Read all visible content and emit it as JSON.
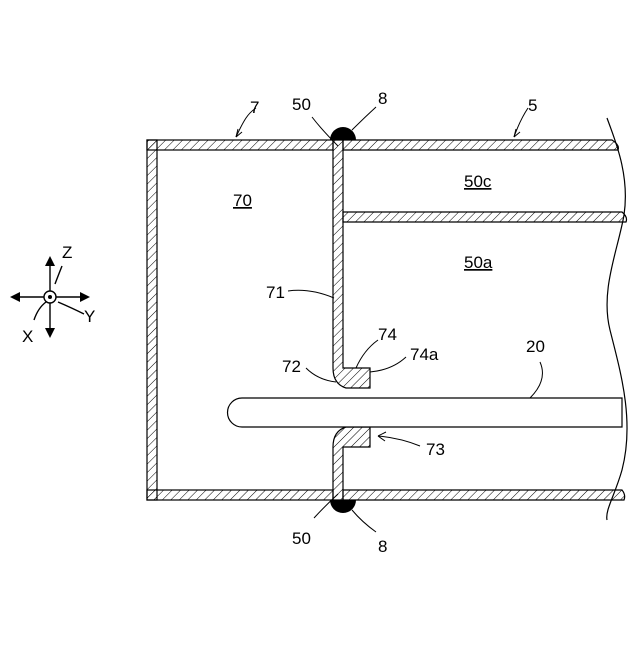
{
  "labels": {
    "label_7": "7",
    "label_50_top": "50",
    "label_8_top": "8",
    "label_5": "5",
    "label_70": "70",
    "label_50c": "50c",
    "label_50a": "50a",
    "label_71": "71",
    "label_74": "74",
    "label_74a": "74a",
    "label_72": "72",
    "label_20": "20",
    "label_73": "73",
    "label_50_bottom": "50",
    "label_8_bottom": "8"
  },
  "axes": {
    "z": "Z",
    "x": "X",
    "y": "Y"
  }
}
